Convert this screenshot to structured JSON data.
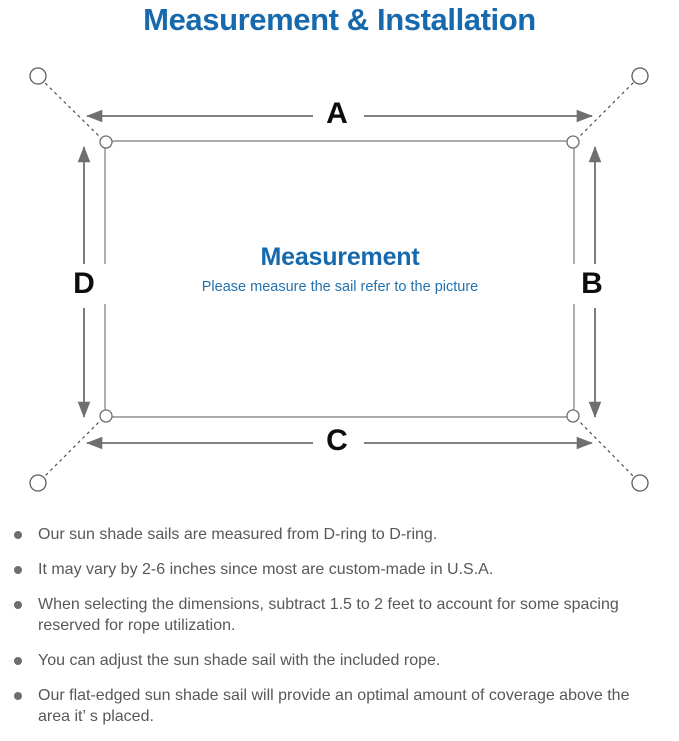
{
  "page": {
    "title": "Measurement & Installation",
    "title_color": "#1669ad",
    "background": "#ffffff"
  },
  "diagram": {
    "name": "sun-shade-sail-measurement-diagram",
    "sail": {
      "center_title": "Measurement",
      "center_subtitle": "Please measure the sail refer to the picture",
      "title_color": "#1669ad",
      "subtitle_color": "#2472ad",
      "stroke_color": "#8d8d8f"
    },
    "dimension_labels": {
      "top": "A",
      "right": "B",
      "bottom": "C",
      "left": "D"
    },
    "d_ring_count": 4,
    "anchor_point_count": 4,
    "line_color": "#6f6f71",
    "dotted_line_color": "#4f4f51"
  },
  "notes": [
    "Our sun shade sails are measured from D-ring to D-ring.",
    "It may vary by 2-6 inches since most are custom-made in U.S.A.",
    "When selecting the dimensions, subtract 1.5 to 2 feet to account for some spacing reserved for rope utilization.",
    "You can adjust the sun shade sail with the included rope.",
    "Our flat-edged sun shade sail will provide an optimal amount of coverage above the area it’ s placed."
  ]
}
